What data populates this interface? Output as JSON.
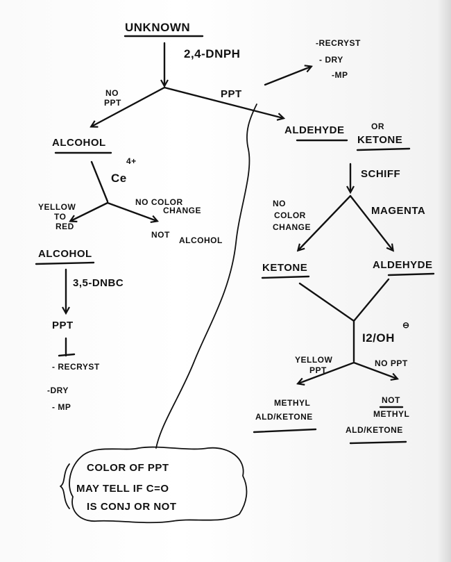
{
  "start": "UNKNOWN",
  "reagent_dnph": "2,4-DNPH",
  "no_ppt": [
    "NO",
    "PPT"
  ],
  "ppt": "PPT",
  "ppt_steps": [
    "-RECRYST",
    "- DRY",
    "-MP"
  ],
  "alcohol_branch": {
    "title": "ALCOHOL",
    "reagent": "Ce",
    "reagent_charge": "4+",
    "positive": [
      "YELLOW",
      "TO",
      "RED"
    ],
    "negative": [
      "NO COLOR",
      "CHANGE"
    ],
    "not_alcohol": [
      "NOT",
      "ALCOHOL"
    ],
    "confirmed": "ALCOHOL",
    "reagent2": "3,5-DNBC",
    "ppt": "PPT",
    "steps": [
      "- RECRYST",
      "-DRY",
      "- MP"
    ]
  },
  "carbonyl_branch": {
    "title": [
      "ALDEHYDE",
      "OR",
      "KETONE"
    ],
    "reagent": "SCHIFF",
    "negative": [
      "NO",
      "COLOR",
      "CHANGE"
    ],
    "positive": "MAGENTA",
    "ketone": "KETONE",
    "aldehyde": "ALDEHYDE",
    "iodoform_reagent": "I2/OH",
    "iodoform_charge": "⊖",
    "iodoform_positive": [
      "YELLOW",
      "PPT"
    ],
    "iodoform_negative": "NO PPT",
    "methyl": [
      "METHYL",
      "ALD/KETONE"
    ],
    "not_methyl": [
      "NOT",
      "METHYL",
      "ALD/KETONE"
    ]
  },
  "note": [
    "COLOR OF PPT",
    "MAY TELL IF C=O",
    "IS CONJ OR NOT"
  ]
}
